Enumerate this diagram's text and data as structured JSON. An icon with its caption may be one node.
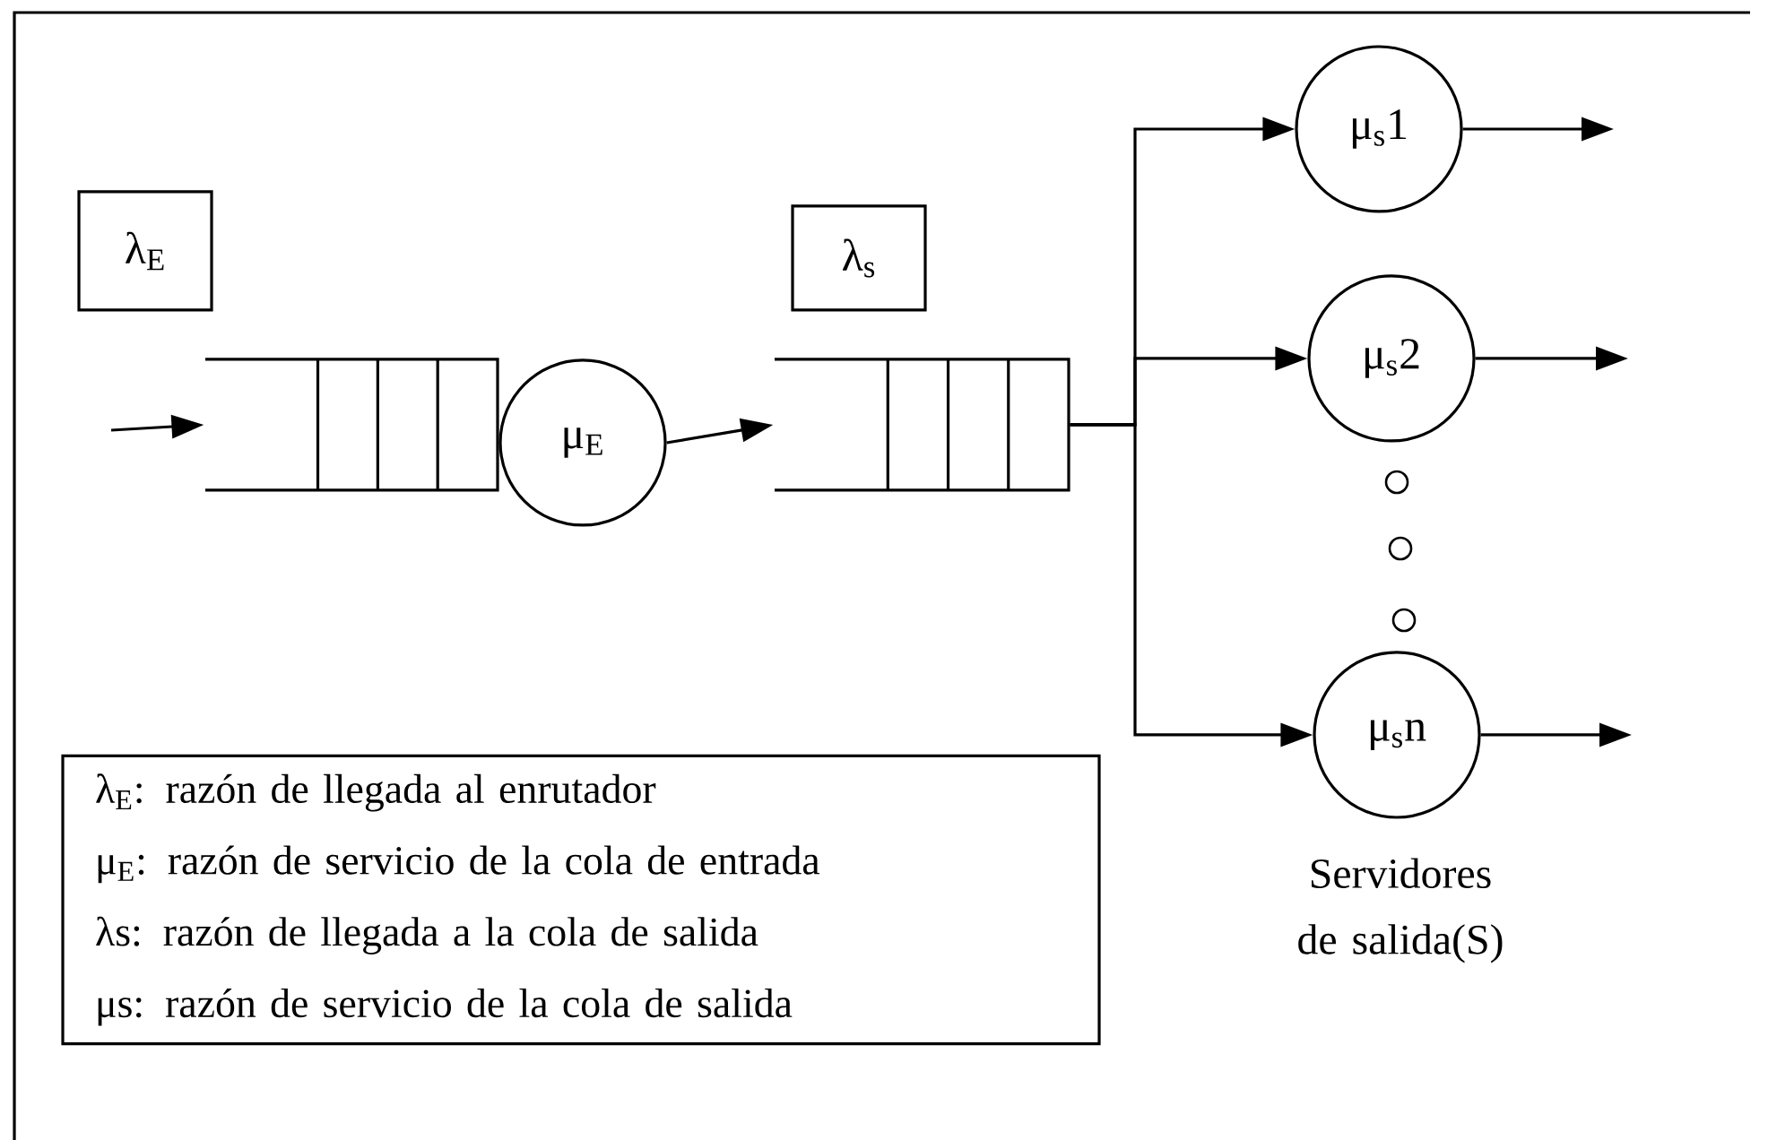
{
  "diagram": {
    "nodes": [
      {
        "text": [
          "λ$_{E}$"
        ]
      },
      {
        "text": [],
        "shape": "queue"
      },
      {
        "text": [
          "μ$_{E}$"
        ]
      },
      {
        "text": [
          "λ$_{s}$"
        ]
      },
      {
        "text": [],
        "shape": "queue"
      },
      {
        "text": [
          "μ$_{s}$1"
        ]
      },
      {
        "text": [
          "μ$_{s}$2"
        ]
      },
      {
        "text": [
          "μ$_{s}$n"
        ]
      },
      {
        "text": [
          "λ$_{E}$: razón de llegada al enrutador",
          "μ$_{E}$: razón de servicio de la cola de entrada",
          "λs: razón de llegada a la cola de salida",
          "μs: razón de servicio de la cola de salida"
        ]
      }
    ],
    "edges": [
      {
        "from": null,
        "to": 1,
        "arrow": "to"
      },
      {
        "from": 2,
        "to": 4,
        "arrow": "to"
      },
      {
        "from": 4,
        "to": 5,
        "arrow": "to"
      },
      {
        "from": 4,
        "to": 6,
        "arrow": "to"
      },
      {
        "from": 4,
        "to": 7,
        "arrow": "to"
      },
      {
        "from": 5,
        "to": null,
        "arrow": "to"
      },
      {
        "from": 6,
        "to": null,
        "arrow": "to"
      },
      {
        "from": 7,
        "to": null,
        "arrow": "to"
      }
    ],
    "labels": [
      "Servidores de salida(S)"
    ]
  }
}
